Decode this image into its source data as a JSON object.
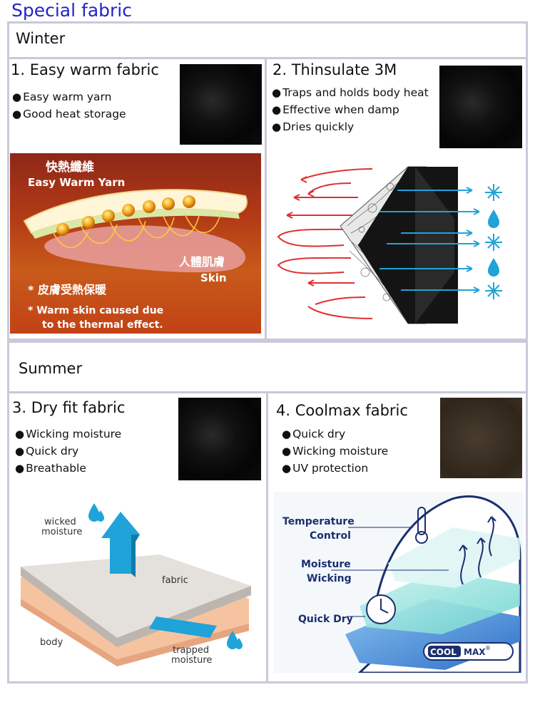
{
  "page_title": "Special fabric",
  "sections": {
    "winter": "Winter",
    "summer": "Summer"
  },
  "items": [
    {
      "title": "1. Easy warm fabric",
      "bullets": [
        "Easy warm yarn",
        "Good heat storage"
      ]
    },
    {
      "title": "2. Thinsulate 3M",
      "bullets": [
        "Traps and holds body heat",
        "Effective when damp",
        "Dries quickly"
      ]
    },
    {
      "title": "3. Dry fit fabric",
      "bullets": [
        "Wicking moisture",
        "Quick dry",
        "Breathable"
      ]
    },
    {
      "title": "4. Coolmax fabric",
      "bullets": [
        "Quick dry",
        "Wicking moisture",
        "UV protection"
      ]
    }
  ],
  "illustrations": {
    "easy_warm": {
      "chinese_top": "快熱纖維",
      "label_yarn": "Easy Warm Yarn",
      "chinese_skin": "人體肌膚",
      "label_skin": "Skin",
      "chinese_note": "* 皮膚受熱保暖",
      "note_line1": "* Warm skin caused due",
      "note_line2": "to the thermal effect."
    },
    "dry_fit": {
      "wicked_1": "wicked",
      "wicked_2": "moisture",
      "fabric": "fabric",
      "body": "body",
      "trapped_1": "trapped",
      "trapped_2": "moisture"
    },
    "coolmax": {
      "temp_1": "Temperature",
      "temp_2": "Control",
      "moist_1": "Moisture",
      "moist_2": "Wicking",
      "quick": "Quick Dry",
      "brand_a": "COOL",
      "brand_b": "MAX",
      "brand_mark": "®"
    }
  },
  "colors": {
    "title_blue": "#2323c8",
    "frame": "#c9c9da"
  }
}
